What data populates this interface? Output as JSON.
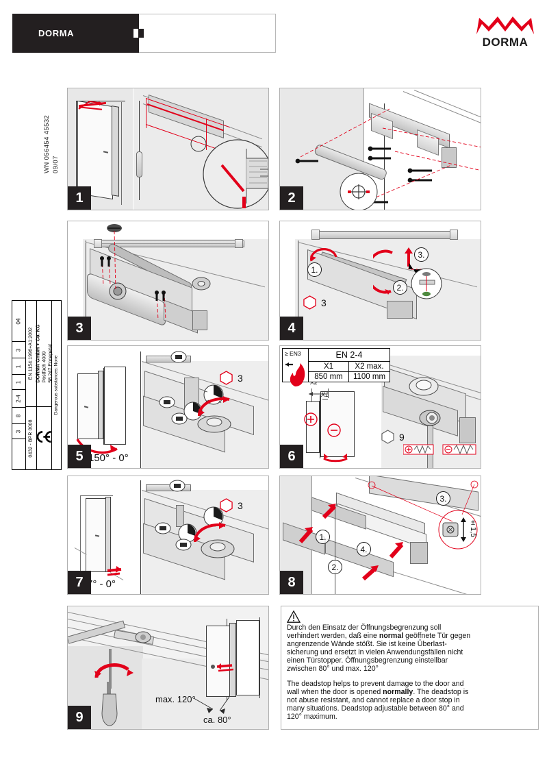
{
  "header": {
    "brand_bar_label": "DORMA",
    "logo_word": "DORMA",
    "logo_color": "#e2001a"
  },
  "margin": {
    "wn_code": "WN 056454 45532\n09/07"
  },
  "ce_block": {
    "ce_symbol_name": "ce-mark",
    "company_name": "DORMA GmbH + Co. KG",
    "company_line2": "Postfach 4009",
    "company_line3": "58 247 Ennepetal",
    "notified_body": "0432 - BPR 0008",
    "standard": "EN 1154:1996+A1:2002",
    "dangerous_substances": "Dangerous substances: None",
    "year": "04",
    "classification_cells": [
      "3",
      "8",
      "2-4",
      "1",
      "1",
      "3"
    ]
  },
  "panels": [
    {
      "num": "1",
      "name": "mark-template-on-door"
    },
    {
      "num": "2",
      "name": "fix-closer-body-and-rail"
    },
    {
      "num": "3",
      "name": "mount-arm-to-closer"
    },
    {
      "num": "4",
      "name": "adjust-arm-preload"
    },
    {
      "num": "5",
      "name": "closing-speed-adjustment",
      "caption": "150° - 0°",
      "hex": "3"
    },
    {
      "num": "6",
      "name": "mounting-dimensions",
      "hex": "9"
    },
    {
      "num": "7",
      "name": "latching-action-adjustment",
      "caption": "7° - 0°",
      "hex": "3"
    },
    {
      "num": "8",
      "name": "fit-cover-and-end-caps"
    },
    {
      "num": "9",
      "name": "deadstop-adjustment"
    }
  ],
  "panel4": {
    "steps": [
      "1.",
      "2.",
      "3."
    ],
    "hex": "3"
  },
  "panel8": {
    "steps": [
      "1.",
      "2.",
      "3.",
      "4."
    ],
    "tolerance": "±1,5"
  },
  "panel6": {
    "fire_label": "≥ EN3",
    "table_title": "EN 2-4",
    "col1_head": "X1",
    "col2_head": "X2 max.",
    "col1_val": "850 mm",
    "col2_val": "1100 mm",
    "dim_x1": "X1",
    "dim_x2": "X2",
    "hex": "9",
    "plus_symbol": "+",
    "minus_symbol": "−"
  },
  "panel9": {
    "angle_max": "max. 120°",
    "angle_approx": "ca. 80°"
  },
  "instructions": {
    "warning_icon": "warning-triangle-icon",
    "de_paragraph_1": "Durch den Einsatz der Öffnungsbegrenzung soll",
    "de_paragraph_2a": "verhindert werden, daß eine ",
    "de_bold": "normal",
    "de_paragraph_2b": " geöffnete Tür gegen",
    "de_paragraph_3": "angrenzende Wände stößt. Sie ist keine Überlast-",
    "de_paragraph_4": "sicherung und ersetzt in vielen Anwendungsfällen nicht",
    "de_paragraph_5": "einen Türstopper. Öffnungsbegrenzung einstellbar",
    "de_paragraph_6": "zwischen 80° und max. 120°",
    "en_paragraph_1": "The deadstop helps to prevent damage to the door and",
    "en_paragraph_2a": "wall when the door is opened ",
    "en_bold": "normally",
    "en_paragraph_2b": ". The deadstop is",
    "en_paragraph_3": "not abuse resistant, and cannot replace a door stop in",
    "en_paragraph_4": "many situations. Deadstop adjustable between 80° and",
    "en_paragraph_5": "120° maximum."
  }
}
